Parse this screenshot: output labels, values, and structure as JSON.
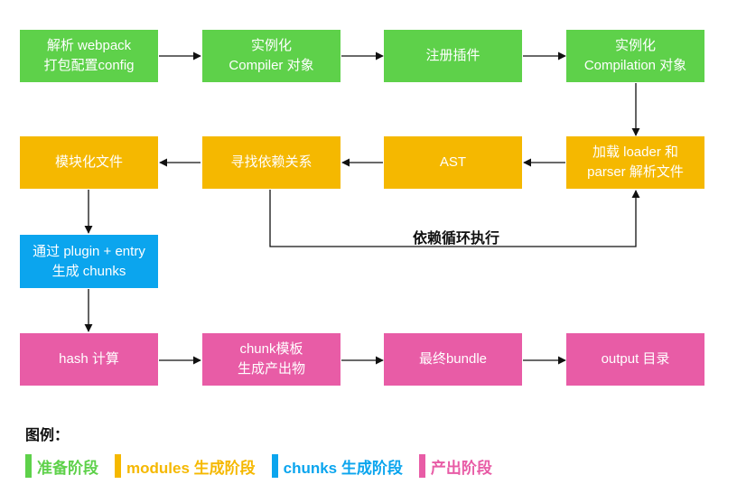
{
  "colors": {
    "prepare": "#5ED14A",
    "modules": "#F5B800",
    "chunks": "#0BA5EE",
    "output": "#E85CA6"
  },
  "nodes": {
    "parse_config": "解析 webpack\n打包配置config",
    "create_compiler": "实例化\nCompiler 对象",
    "register_plugins": "注册插件",
    "create_compilation": "实例化\nCompilation 对象",
    "load_loader": "加载 loader 和\nparser 解析文件",
    "ast": "AST",
    "find_deps": "寻找依赖关系",
    "modularize": "模块化文件",
    "generate_chunks": "通过 plugin + entry\n生成 chunks",
    "hash": "hash 计算",
    "chunk_template": "chunk模板\n生成产出物",
    "final_bundle": "最终bundle",
    "output_dir": "output 目录"
  },
  "loop_label": "依赖循环执行",
  "legend": {
    "title": "图例：",
    "items": [
      {
        "label": "准备阶段",
        "color": "#5ED14A"
      },
      {
        "label": "modules 生成阶段",
        "color": "#F5B800"
      },
      {
        "label": "chunks 生成阶段",
        "color": "#0BA5EE"
      },
      {
        "label": "产出阶段",
        "color": "#E85CA6"
      }
    ]
  }
}
